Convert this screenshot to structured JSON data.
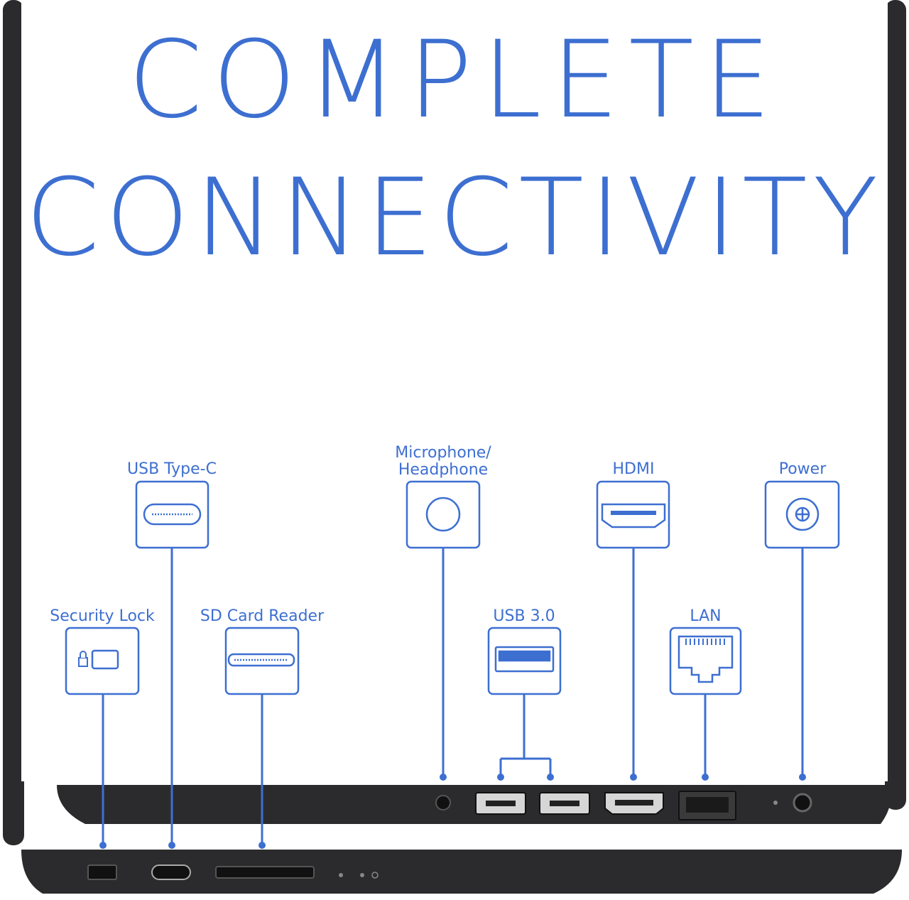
{
  "headline": {
    "line1": "COMPLETE",
    "line2": "CONNECTIVITY"
  },
  "ports": {
    "usb_c": "USB Type-C",
    "mic_line1": "Microphone/",
    "mic_line2": "Headphone",
    "hdmi": "HDMI",
    "power": "Power",
    "security": "Security Lock",
    "sd": "SD Card Reader",
    "usb3": "USB 3.0",
    "lan": "LAN"
  },
  "colors": {
    "accent": "#3d6fd1",
    "laptop_body": "#2b2b2d",
    "port_fill": "#d6d6d6"
  }
}
